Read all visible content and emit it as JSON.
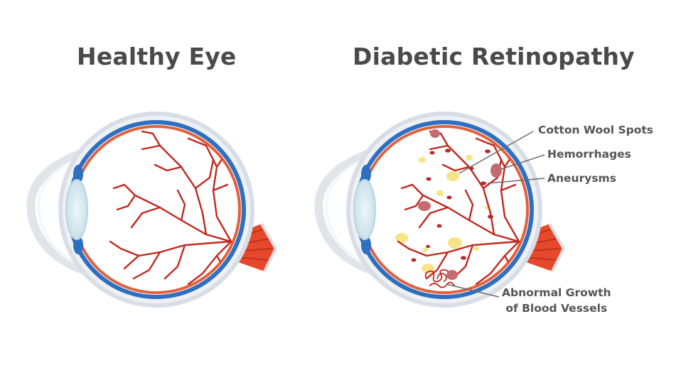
{
  "titles": {
    "healthy": "Healthy Eye",
    "diabetic": "Diabetic Retinopathy"
  },
  "callouts": {
    "cotton_wool_spots": "Cotton Wool Spots",
    "hemorrhages": "Hemorrhages",
    "aneurysms": "Aneurysms",
    "abnormal_growth_line1": "Abnormal Growth",
    "abnormal_growth_line2": "of Blood Vessels"
  },
  "colors": {
    "title_text": "#4a4a4a",
    "label_text": "#555555",
    "sclera_outline": "#d9dee6",
    "choroid_blue": "#2f6fc2",
    "retina_orange": "#e2603a",
    "vessel_red": "#c0281f",
    "optic_nerve": "#e5482a",
    "cotton_wool_yellow": "#f7e486",
    "hemorrhage": "#c46a72"
  }
}
